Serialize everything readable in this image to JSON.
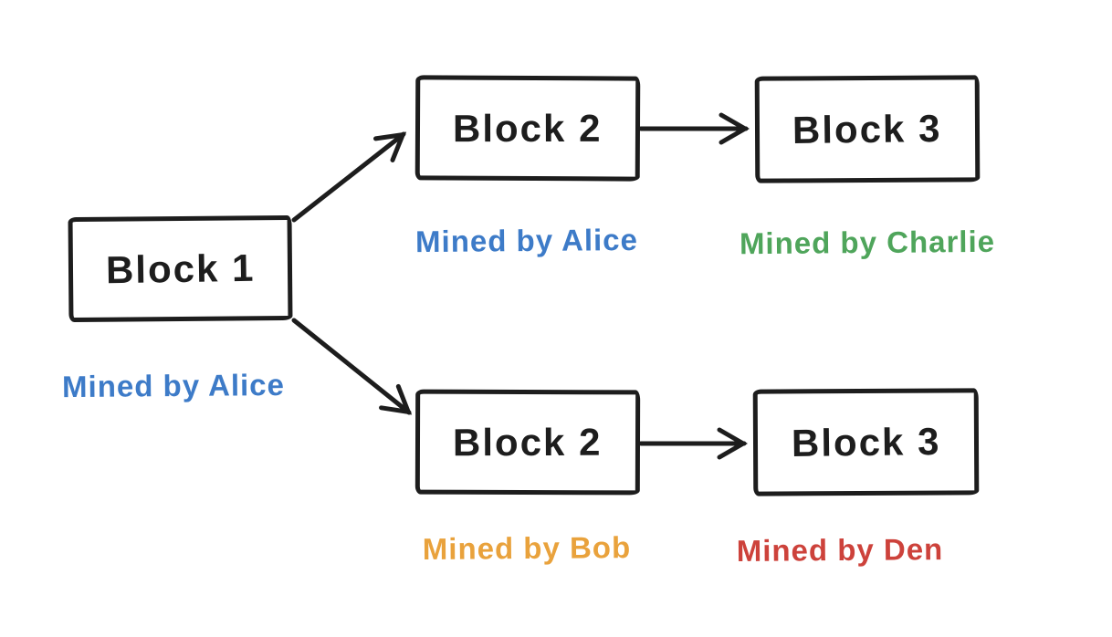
{
  "canvas": {
    "background": "#ffffff"
  },
  "colors": {
    "stroke": "#1d1d1d",
    "alice_blue": "#3d7bc8",
    "charlie_green": "#4fa55b",
    "bob_orange": "#e9a23c",
    "den_red": "#cd423b"
  },
  "nodes": {
    "block1": {
      "label": "Block 1",
      "miner": "Mined by Alice",
      "miner_color": "#3d7bc8"
    },
    "block2_top": {
      "label": "Block 2",
      "miner": "Mined by Alice",
      "miner_color": "#3d7bc8"
    },
    "block3_top": {
      "label": "Block 3",
      "miner": "Mined by Charlie",
      "miner_color": "#4fa55b"
    },
    "block2_bottom": {
      "label": "Block 2",
      "miner": "Mined by Bob",
      "miner_color": "#e9a23c"
    },
    "block3_bottom": {
      "label": "Block 3",
      "miner": "Mined by Den",
      "miner_color": "#cd423b"
    }
  },
  "edges": [
    {
      "from": "block1",
      "to": "block2_top"
    },
    {
      "from": "block1",
      "to": "block2_bottom"
    },
    {
      "from": "block2_top",
      "to": "block3_top"
    },
    {
      "from": "block2_bottom",
      "to": "block3_bottom"
    }
  ]
}
